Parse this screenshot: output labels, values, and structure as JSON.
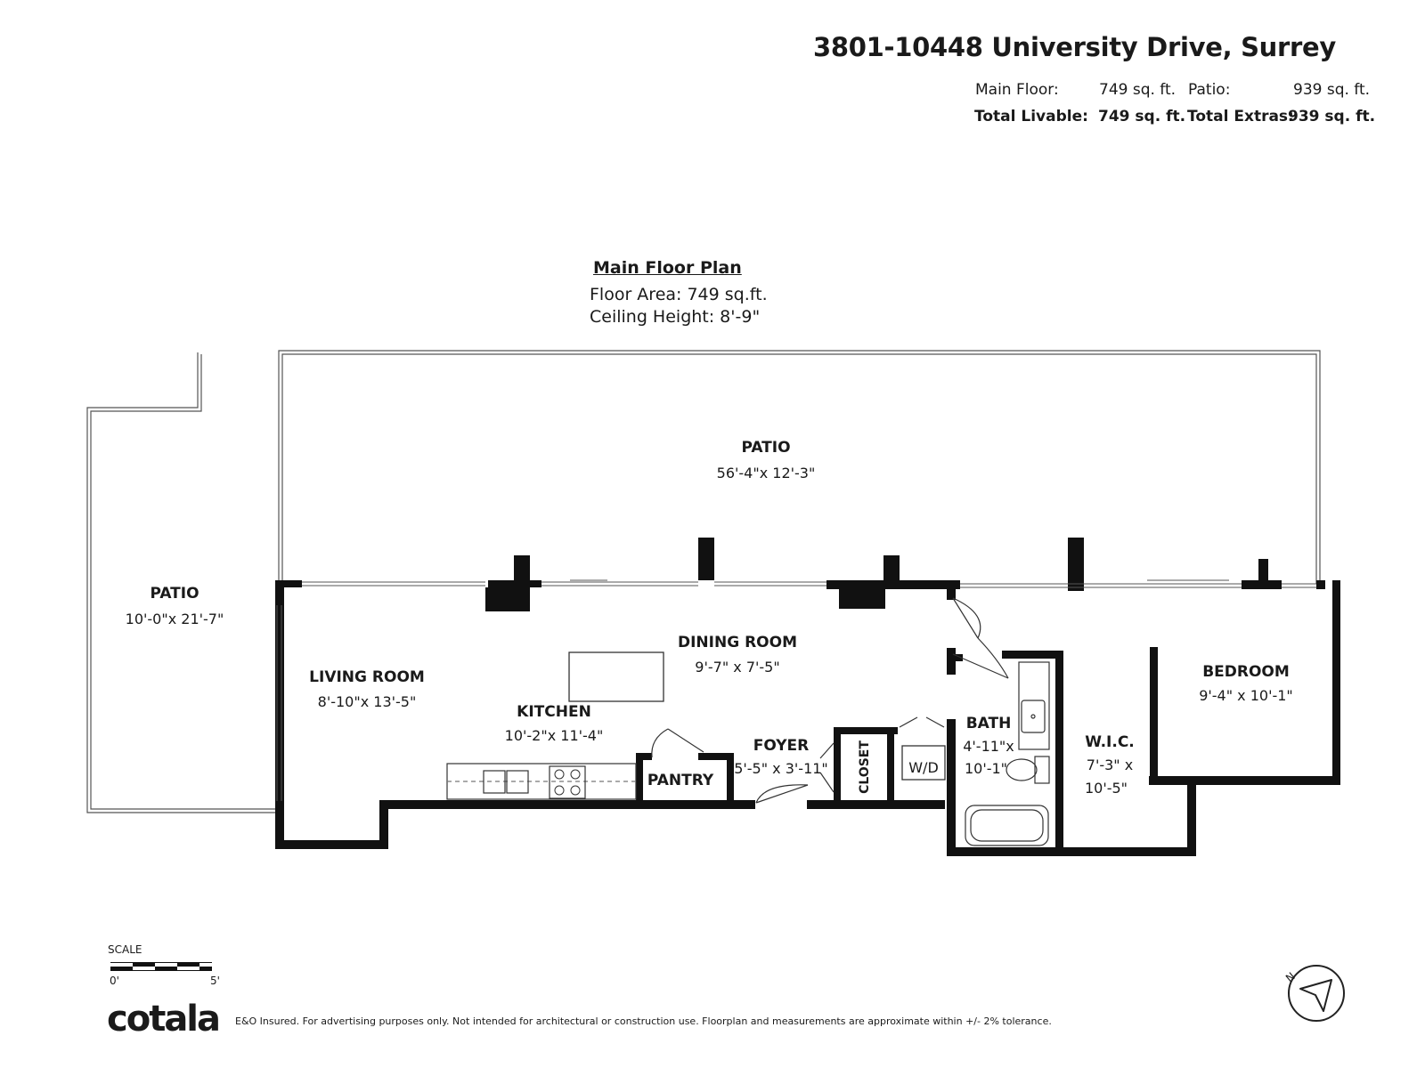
{
  "header": {
    "address": "3801-10448 University Drive, Surrey",
    "main_floor_label": "Main Floor:",
    "main_floor_value": "749 sq. ft.",
    "patio_label": "Patio:",
    "patio_value": "939 sq. ft.",
    "total_livable_label": "Total Livable:",
    "total_livable_value": "749 sq. ft.",
    "total_extras_label": "Total Extras:",
    "total_extras_value": "939 sq. ft."
  },
  "plan": {
    "title": "Main Floor Plan",
    "floor_area": "Floor Area: 749 sq.ft.",
    "ceiling_height": "Ceiling Height: 8'-9\""
  },
  "rooms": {
    "patio_top": {
      "name": "PATIO",
      "dims": "56'-4\"x 12'-3\""
    },
    "patio_left": {
      "name": "PATIO",
      "dims": "10'-0\"x 21'-7\""
    },
    "living": {
      "name": "LIVING ROOM",
      "dims": "8'-10\"x 13'-5\""
    },
    "dining": {
      "name": "DINING ROOM",
      "dims": "9'-7\" x 7'-5\""
    },
    "kitchen": {
      "name": "KITCHEN",
      "dims": "10'-2\"x 11'-4\""
    },
    "pantry": {
      "name": "PANTRY"
    },
    "foyer": {
      "name": "FOYER",
      "dims": "5'-5\" x 3'-11\""
    },
    "closet": {
      "name": "CLOSET"
    },
    "wd": {
      "name": "W/D"
    },
    "bath": {
      "name": "BATH",
      "dims1": "4'-11\"x",
      "dims2": "10'-1\""
    },
    "wic": {
      "name": "W.I.C.",
      "dims1": "7'-3\" x",
      "dims2": "10'-5\""
    },
    "bedroom": {
      "name": "BEDROOM",
      "dims": "9'-4\" x 10'-1\""
    }
  },
  "scale": {
    "label": "SCALE",
    "zero": "0'",
    "five": "5'"
  },
  "footer": {
    "brand": "cotala",
    "disclaimer": "E&O Insured. For advertising purposes only. Not intended for architectural or construction use. Floorplan and measurements are approximate within +/- 2% tolerance."
  },
  "icons": {
    "compass": "north-arrow-icon"
  },
  "colors": {
    "wall": "#111111",
    "line": "#444444",
    "background": "#ffffff"
  }
}
